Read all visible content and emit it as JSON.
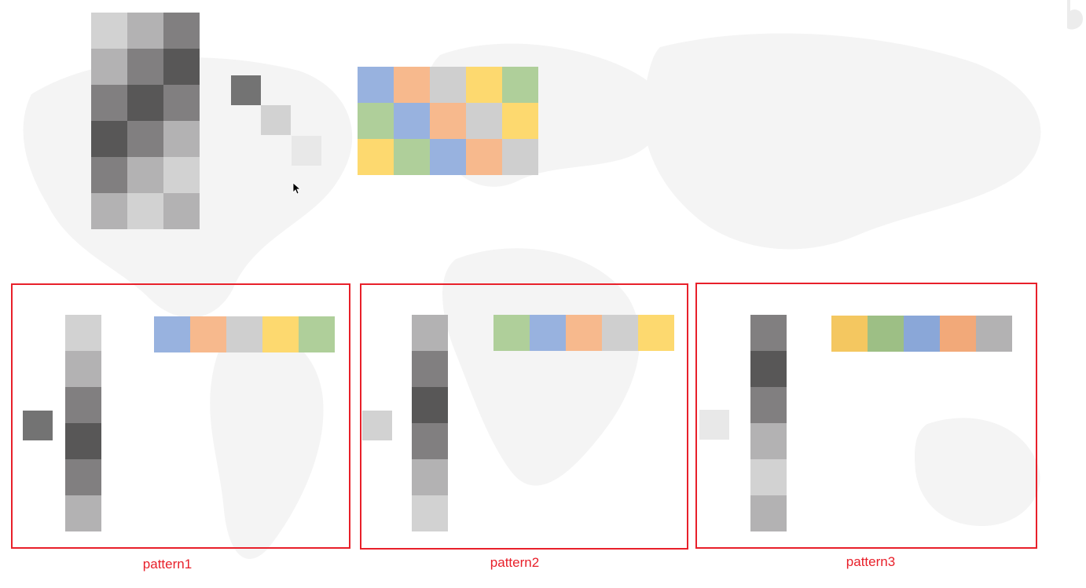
{
  "colors": {
    "gray_lightest": "#e8e8e8",
    "gray_light": "#d2d2d2",
    "gray_mid": "#b3b2b3",
    "gray_dark": "#817f80",
    "gray_darkest": "#585757",
    "diag_dark": "#737373",
    "blue": "#98b2df",
    "orange": "#f7b98d",
    "silver": "#cfcfcf",
    "yellow": "#fdd96f",
    "green": "#afcf9a",
    "blue_strong": "#8aa7d8",
    "orange_strong": "#f2a979",
    "yellow_strong": "#f4c760",
    "green_strong": "#9dbf85",
    "border_red": "#e8202a"
  },
  "top": {
    "gray_grid": [
      [
        "gray_light",
        "gray_mid",
        "gray_dark"
      ],
      [
        "gray_mid",
        "gray_dark",
        "gray_darkest"
      ],
      [
        "gray_dark",
        "gray_darkest",
        "gray_dark"
      ],
      [
        "gray_darkest",
        "gray_dark",
        "gray_mid"
      ],
      [
        "gray_dark",
        "gray_mid",
        "gray_light"
      ],
      [
        "gray_mid",
        "gray_light",
        "gray_mid"
      ]
    ],
    "diagonal": [
      "diag_dark",
      "gray_light",
      "gray_lightest"
    ],
    "color_grid": [
      [
        "blue",
        "orange",
        "silver",
        "yellow",
        "green"
      ],
      [
        "green",
        "blue",
        "orange",
        "silver",
        "yellow"
      ],
      [
        "yellow",
        "green",
        "blue",
        "orange",
        "silver"
      ]
    ]
  },
  "patterns": [
    {
      "label": "pattern1",
      "single": "diag_dark",
      "column": [
        "gray_light",
        "gray_mid",
        "gray_dark",
        "gray_darkest",
        "gray_dark",
        "gray_mid"
      ],
      "row": [
        "blue",
        "orange",
        "silver",
        "yellow",
        "green"
      ]
    },
    {
      "label": "pattern2",
      "single": "gray_light",
      "column": [
        "gray_mid",
        "gray_dark",
        "gray_darkest",
        "gray_dark",
        "gray_mid",
        "gray_light"
      ],
      "row": [
        "green",
        "blue",
        "orange",
        "silver",
        "yellow"
      ]
    },
    {
      "label": "pattern3",
      "single": "gray_lightest",
      "column": [
        "gray_dark",
        "gray_darkest",
        "gray_dark",
        "gray_mid",
        "gray_light",
        "gray_mid"
      ],
      "row": [
        "yellow_strong",
        "green_strong",
        "blue_strong",
        "orange_strong",
        "gray_mid"
      ]
    }
  ]
}
